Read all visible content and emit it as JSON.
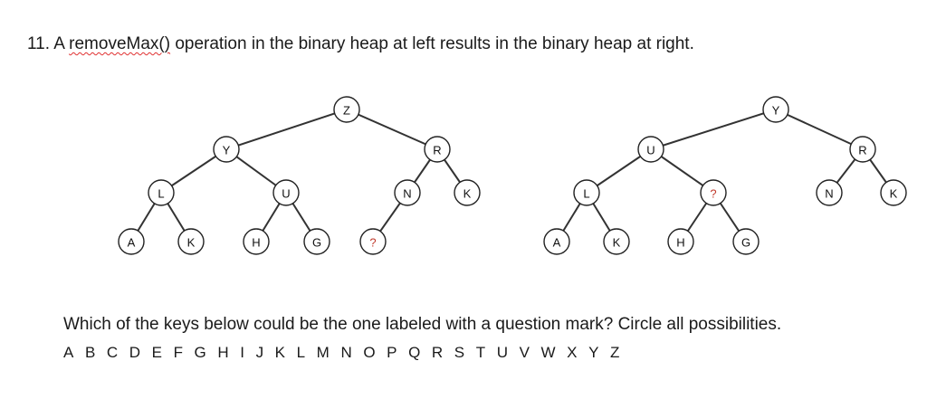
{
  "question": {
    "number": "11.",
    "prefix": "A ",
    "method": "removeMax()",
    "suffix": " operation in the binary heap at left results in the binary heap at right."
  },
  "left_heap": {
    "nodes": [
      {
        "id": "Z"
      },
      {
        "id": "Y"
      },
      {
        "id": "R"
      },
      {
        "id": "L"
      },
      {
        "id": "U"
      },
      {
        "id": "N"
      },
      {
        "id": "K_r"
      },
      {
        "id": "A"
      },
      {
        "id": "K"
      },
      {
        "id": "H"
      },
      {
        "id": "G"
      },
      {
        "id": "?"
      }
    ],
    "labels": [
      "Z",
      "Y",
      "R",
      "L",
      "U",
      "N",
      "K",
      "A",
      "K",
      "H",
      "G",
      "?"
    ]
  },
  "right_heap": {
    "labels": [
      "Y",
      "U",
      "R",
      "L",
      "?",
      "N",
      "K",
      "A",
      "K",
      "H",
      "G"
    ]
  },
  "prompt": "Which of the keys below could be the one labeled with a question mark? Circle all possibilities.",
  "letters": [
    "A",
    "B",
    "C",
    "D",
    "E",
    "F",
    "G",
    "H",
    "I",
    "J",
    "K",
    "L",
    "M",
    "N",
    "O",
    "P",
    "Q",
    "R",
    "S",
    "T",
    "U",
    "V",
    "W",
    "X",
    "Y",
    "Z"
  ]
}
